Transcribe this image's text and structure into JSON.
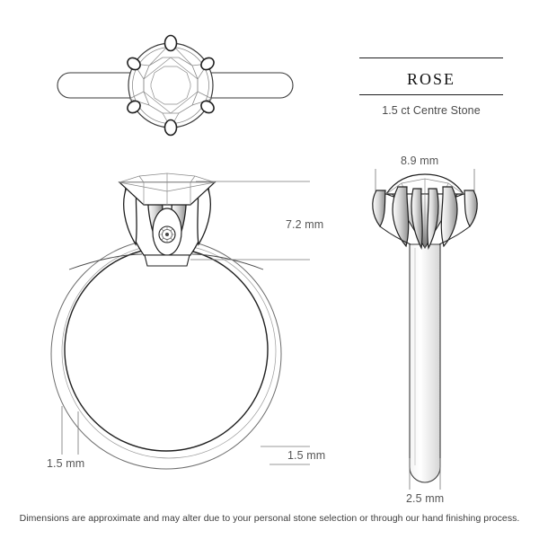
{
  "document": {
    "type": "jewellery-technical-drawing",
    "background_color": "#ffffff",
    "line_color": "#3a3a3a",
    "text_color": "#555555"
  },
  "title_block": {
    "ring_name": "Rose",
    "centre_stone": "1.5 ct Centre Stone"
  },
  "dimensions": {
    "head_height": "7.2 mm",
    "band_width": "1.5 mm",
    "band_depth": "1.5 mm",
    "head_width": "8.9 mm",
    "band_thickness": "2.5 mm"
  },
  "views": {
    "top": {
      "name": "top-view",
      "description": "Round brilliant diamond in six-claw setting, band seen from above",
      "prong_count": 6,
      "stone_cut": "round-brilliant"
    },
    "front": {
      "name": "front-view",
      "description": "Ring viewed from front, solitaire head with cathedral shoulders and accent stone in gallery",
      "prong_count": 4,
      "accent_stone": true
    },
    "side": {
      "name": "side-view",
      "description": "Ring head viewed from the side with shank descending",
      "prong_count": 6
    }
  },
  "footer": {
    "note": "Dimensions are approximate and may alter due to your personal stone selection or through our hand finishing process."
  }
}
